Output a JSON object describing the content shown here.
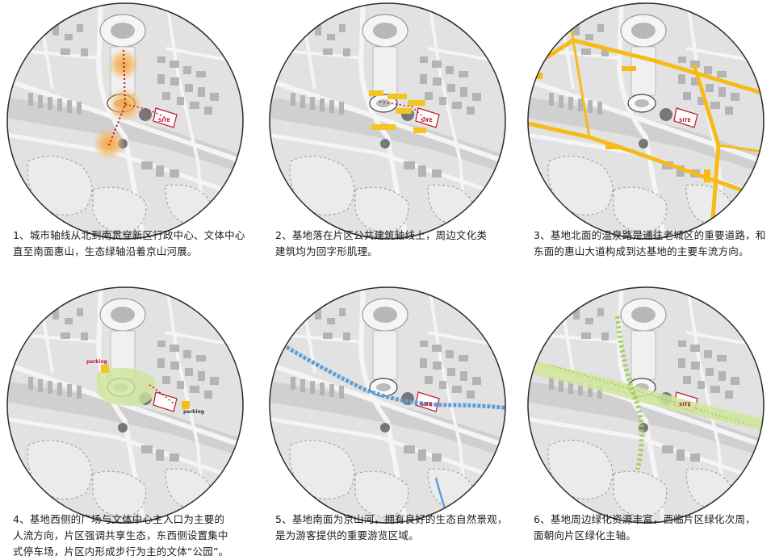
{
  "colors": {
    "background": "#ffffff",
    "map_base": "#e2e2e2",
    "road": "#f3f3f3",
    "building": "#b4b4b4",
    "circle_stroke": "#2b2b2b",
    "axis_glow": "#f2a23a",
    "axis_line": "#c0142a",
    "label_yellow": "#f3c51f",
    "road_yellow": "#f6bb17",
    "river_blue": "#5c9fd6",
    "green_area": "#cfe59a",
    "site_red": "#c0142a"
  },
  "panels": [
    {
      "id": 1,
      "caption_lines": [
        "1、城市轴线从北到南贯穿新区行政中心、文体中心",
        "直至南面惠山，生态绿轴沿着京山河展。"
      ],
      "map_labels": [
        "SITE"
      ]
    },
    {
      "id": 2,
      "caption_lines": [
        "2、基地落在片区公共建筑轴线上，周边文化类",
        "建筑均为回字形肌理。"
      ],
      "map_labels": [
        "SITE"
      ]
    },
    {
      "id": 3,
      "caption_lines": [
        "3、基地北面的温泉路是通往老城区的重要道路，和",
        "东面的惠山大道构成到达基地的主要车流方向。"
      ],
      "map_labels": [
        "SITE"
      ]
    },
    {
      "id": 4,
      "caption_lines": [
        "4、基地西侧的广场与文体中心主入口为主要的",
        "人流方向，片区强调共享生态，东西侧设置集中",
        "式停车场，片区内形成步行为主的文体“公园”。"
      ],
      "map_labels": [
        "parking",
        "parking"
      ]
    },
    {
      "id": 5,
      "caption_lines": [
        "5、基地南面为京山河，拥有良好的生态自然景观，",
        "是为游客提供的重要游览区域。"
      ],
      "map_labels": [
        "SITE"
      ]
    },
    {
      "id": 6,
      "caption_lines": [
        "6、基地周边绿化资源丰富，西临片区绿化次周，",
        "面朝向片区绿化主轴。"
      ],
      "map_labels": [
        "SITE"
      ]
    }
  ]
}
